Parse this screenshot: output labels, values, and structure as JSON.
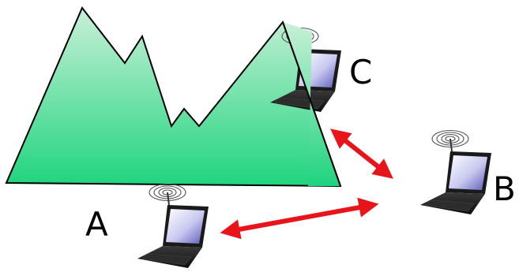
{
  "nodes": {
    "a": {
      "label": "A",
      "icon": "wireless-laptop-icon"
    },
    "b": {
      "label": "B",
      "icon": "wireless-laptop-icon"
    },
    "c": {
      "label": "C",
      "icon": "wireless-laptop-icon"
    }
  },
  "obstacle": {
    "icon": "mountain-icon",
    "fill_top": "#c9f0d8",
    "fill_bottom": "#1fd47e"
  },
  "links": [
    {
      "from": "A",
      "to": "B",
      "color": "#e8141a",
      "direction": "bidirectional"
    },
    {
      "from": "B",
      "to": "C",
      "color": "#e8141a",
      "direction": "bidirectional"
    }
  ]
}
